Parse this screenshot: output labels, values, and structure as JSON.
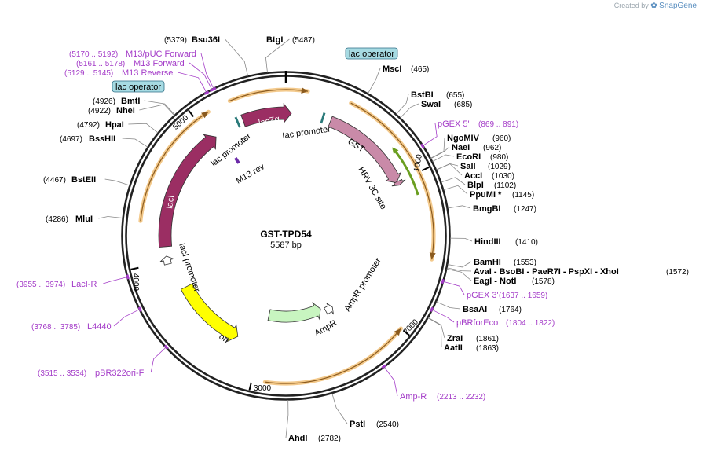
{
  "credit": {
    "created_by": "Created by",
    "brand": "SnapGene"
  },
  "plasmid": {
    "name": "GST-TPD54",
    "size_label": "5587 bp",
    "length": 5587
  },
  "colors": {
    "backbone": "#222222",
    "lac": "#9b2e63",
    "gst": "#c98aa8",
    "hrv": "#c98aa8",
    "ampr": "#c8f5c0",
    "ori": "#ffff00",
    "promoter": "#ffffff",
    "operator": "#2a7a7a",
    "primer": "#a43cc8",
    "orf": "#f3c98b"
  },
  "ticks": [
    {
      "pos": 1000,
      "label": "1000"
    },
    {
      "pos": 2000,
      "label": "2000"
    },
    {
      "pos": 3000,
      "label": "3000"
    },
    {
      "pos": 4000,
      "label": "4000"
    },
    {
      "pos": 5000,
      "label": "5000"
    }
  ],
  "sites": [
    {
      "id": "btgi",
      "name": "BtgI",
      "pos": 5487,
      "pos_label": "(5487)"
    },
    {
      "id": "bsu36i",
      "name": "Bsu36I",
      "pos": 5379,
      "pos_label": "(5379)"
    },
    {
      "id": "msci",
      "name": "MscI",
      "pos": 465,
      "pos_label": "(465)"
    },
    {
      "id": "bstbi",
      "name": "BstBI",
      "pos": 655,
      "pos_label": "(655)"
    },
    {
      "id": "swai",
      "name": "SwaI",
      "pos": 685,
      "pos_label": "(685)"
    },
    {
      "id": "ngomiv",
      "name": "NgoMIV",
      "pos": 960,
      "pos_label": "(960)"
    },
    {
      "id": "naei",
      "name": "NaeI",
      "pos": 962,
      "pos_label": "(962)"
    },
    {
      "id": "ecori",
      "name": "EcoRI",
      "pos": 980,
      "pos_label": "(980)"
    },
    {
      "id": "sali",
      "name": "SalI",
      "pos": 1029,
      "pos_label": "(1029)"
    },
    {
      "id": "acci",
      "name": "AccI",
      "pos": 1030,
      "pos_label": "(1030)"
    },
    {
      "id": "blpi",
      "name": "BlpI",
      "pos": 1102,
      "pos_label": "(1102)"
    },
    {
      "id": "ppumi",
      "name": "PpuMI *",
      "pos": 1145,
      "pos_label": "(1145)"
    },
    {
      "id": "bmgbi",
      "name": "BmgBI",
      "pos": 1247,
      "pos_label": "(1247)"
    },
    {
      "id": "hindiii",
      "name": "HindIII",
      "pos": 1410,
      "pos_label": "(1410)"
    },
    {
      "id": "bamhi",
      "name": "BamHI",
      "pos": 1553,
      "pos_label": "(1553)"
    },
    {
      "id": "avai_group",
      "name": "AvaI   - BsoBI   - PaeR7I   - PspXI   - XhoI",
      "pos": 1572,
      "pos_label": "(1572)"
    },
    {
      "id": "eagi",
      "name": "EagI   - NotI",
      "pos": 1578,
      "pos_label": "(1578)"
    },
    {
      "id": "bsaai",
      "name": "BsaAI",
      "pos": 1764,
      "pos_label": "(1764)"
    },
    {
      "id": "zrai",
      "name": "ZraI",
      "pos": 1861,
      "pos_label": "(1861)"
    },
    {
      "id": "aatii",
      "name": "AatII",
      "pos": 1863,
      "pos_label": "(1863)"
    },
    {
      "id": "psti",
      "name": "PstI",
      "pos": 2540,
      "pos_label": "(2540)"
    },
    {
      "id": "ahdi",
      "name": "AhdI",
      "pos": 2782,
      "pos_label": "(2782)"
    },
    {
      "id": "mlui",
      "name": "MluI",
      "pos": 4286,
      "pos_label": "(4286)"
    },
    {
      "id": "bsteii",
      "name": "BstEII",
      "pos": 4467,
      "pos_label": "(4467)"
    },
    {
      "id": "bsshii",
      "name": "BssHII",
      "pos": 4697,
      "pos_label": "(4697)"
    },
    {
      "id": "hpai",
      "name": "HpaI",
      "pos": 4792,
      "pos_label": "(4792)"
    },
    {
      "id": "nhei",
      "name": "NheI",
      "pos": 4922,
      "pos_label": "(4922)"
    },
    {
      "id": "bmti",
      "name": "BmtI",
      "pos": 4926,
      "pos_label": "(4926)"
    }
  ],
  "primers": [
    {
      "id": "m13puc",
      "name": "M13/pUC Forward",
      "range": "(5170 .. 5192)",
      "mid": 5181
    },
    {
      "id": "m13fwd",
      "name": "M13 Forward",
      "range": "(5161 .. 5178)",
      "mid": 5170
    },
    {
      "id": "m13rev",
      "name": "M13 Reverse",
      "range": "(5129 .. 5145)",
      "mid": 5137
    },
    {
      "id": "pgex5",
      "name": "pGEX 5'",
      "range": "(869 .. 891)",
      "mid": 880
    },
    {
      "id": "pgex3",
      "name": "pGEX 3'",
      "range": "(1637 .. 1659)",
      "mid": 1648
    },
    {
      "id": "pbrforeco",
      "name": "pBRforEco",
      "range": "(1804 .. 1822)",
      "mid": 1813
    },
    {
      "id": "ampr_primer",
      "name": "Amp-R",
      "range": "(2213 .. 2232)",
      "mid": 2222
    },
    {
      "id": "pbr322ori",
      "name": "pBR322ori-F",
      "range": "(3515 .. 3534)",
      "mid": 3524
    },
    {
      "id": "l4440",
      "name": "L4440",
      "range": "(3768 .. 3785)",
      "mid": 3776
    },
    {
      "id": "laci_r",
      "name": "LacI-R",
      "range": "(3955 .. 3974)",
      "mid": 3964
    }
  ],
  "features": {
    "lac_operator_top": "lac operator",
    "lac_operator_left": "lac operator",
    "lacz": "lacZα",
    "lac_promoter": "lac promoter",
    "m13_rev": "M13 rev",
    "tac_promoter": "tac promoter",
    "gst": "GST",
    "hrv": "HRV 3C site",
    "laci": "lacI",
    "laci_promoter": "lacI promoter",
    "ampr_promoter": "AmpR promoter",
    "ampr": "AmpR",
    "ori": "ori"
  }
}
